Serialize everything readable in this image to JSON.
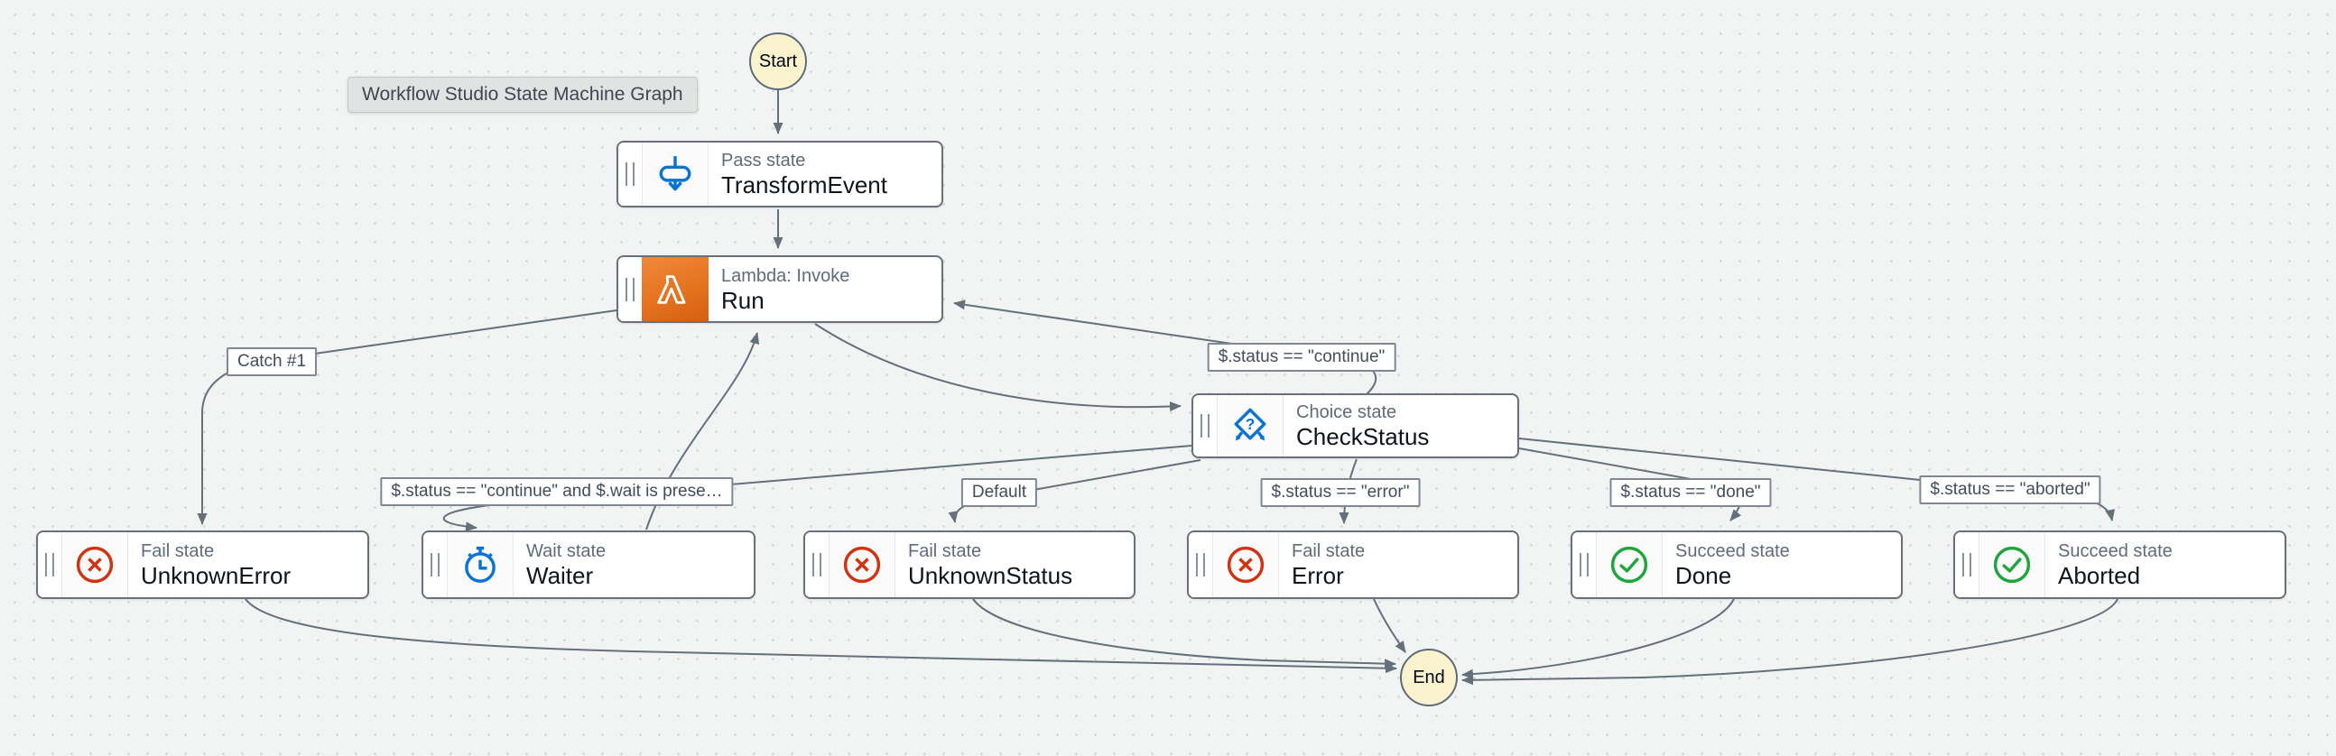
{
  "tooltip": "Workflow Studio State Machine Graph",
  "terminals": {
    "start": "Start",
    "end": "End"
  },
  "colors": {
    "canvas_bg": "#f2f3f3",
    "node_border": "#697079",
    "edge": "#64707c",
    "terminal_fill": "#faf3cd",
    "action_blue": "#0972d3",
    "fail_red": "#d13212",
    "succeed_green": "#1ea53c",
    "lambda_orange": "#e4731f"
  },
  "nodes": [
    {
      "id": "transformevent",
      "type_label": "Pass state",
      "name": "TransformEvent",
      "icon": "pass-icon"
    },
    {
      "id": "run",
      "type_label": "Lambda: Invoke",
      "name": "Run",
      "icon": "lambda-icon"
    },
    {
      "id": "checkstatus",
      "type_label": "Choice state",
      "name": "CheckStatus",
      "icon": "choice-icon"
    },
    {
      "id": "unknownerror",
      "type_label": "Fail state",
      "name": "UnknownError",
      "icon": "fail-icon"
    },
    {
      "id": "waiter",
      "type_label": "Wait state",
      "name": "Waiter",
      "icon": "wait-icon"
    },
    {
      "id": "unknownstatus",
      "type_label": "Fail state",
      "name": "UnknownStatus",
      "icon": "fail-icon"
    },
    {
      "id": "error",
      "type_label": "Fail state",
      "name": "Error",
      "icon": "fail-icon"
    },
    {
      "id": "done",
      "type_label": "Succeed state",
      "name": "Done",
      "icon": "succeed-icon"
    },
    {
      "id": "aborted",
      "type_label": "Succeed state",
      "name": "Aborted",
      "icon": "succeed-icon"
    }
  ],
  "edge_labels": [
    {
      "id": "catch-1",
      "text": "Catch #1"
    },
    {
      "id": "continue",
      "text": "$.status == \"continue\""
    },
    {
      "id": "continue-wait",
      "text": "$.status == \"continue\" and $.wait is prese…"
    },
    {
      "id": "default",
      "text": "Default"
    },
    {
      "id": "error",
      "text": "$.status == \"error\""
    },
    {
      "id": "done",
      "text": "$.status == \"done\""
    },
    {
      "id": "aborted",
      "text": "$.status == \"aborted\""
    }
  ]
}
